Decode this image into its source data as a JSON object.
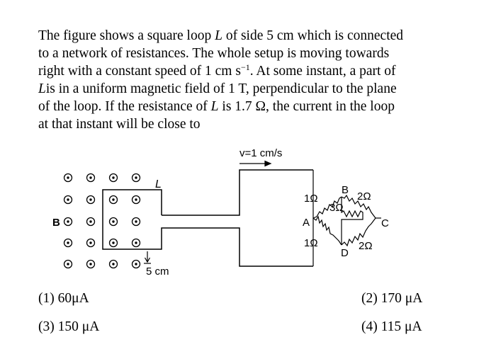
{
  "question": {
    "l1": "The figure shows a square loop ",
    "l1_L": "L",
    "l1_b": " of side 5 cm which is connected",
    "l2": "to a network of resistances. The whole setup is moving towards",
    "l3": "right with a constant speed of 1 cm s",
    "l3_sup": "−1",
    "l3_b": ". At some instant, a part of",
    "l4_L": "L",
    "l4": "is in a uniform magnetic field of 1 T, perpendicular to the plane",
    "l5": "of the loop. If the resistance of ",
    "l5_L": "L",
    "l5_b": " is 1.7 Ω, the current in the loop",
    "l6": "at that instant will be close to"
  },
  "figure": {
    "velocity_label": "v=1 cm/s",
    "field_label": "B",
    "loop_label": "L",
    "side_label": "5 cm",
    "node_a": "A",
    "node_b": "B",
    "node_c": "C",
    "node_d": "D",
    "r_ab": "1Ω",
    "r_bc": "2Ω",
    "r_ad": "1Ω",
    "r_dc": "2Ω",
    "r_bd": "3Ω"
  },
  "options": [
    {
      "label": "(1) 60μA"
    },
    {
      "label": "(2) 170 μA"
    },
    {
      "label": "(3) 150 μA"
    },
    {
      "label": "(4) 115 μA"
    }
  ]
}
